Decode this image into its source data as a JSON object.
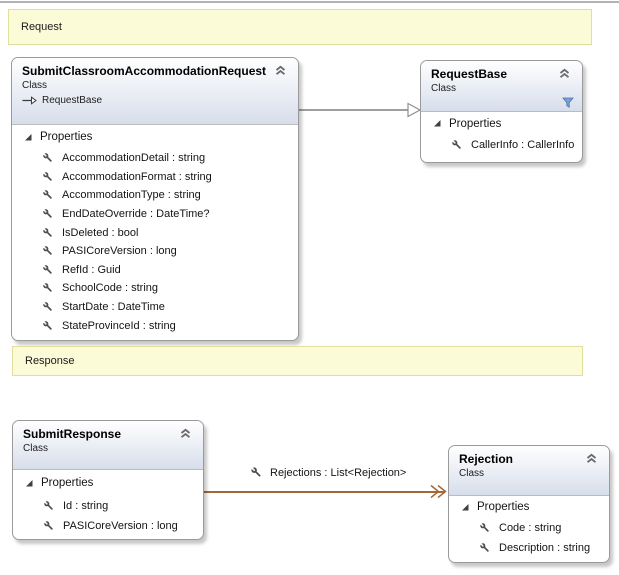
{
  "banners": {
    "request": {
      "label": "Request"
    },
    "response": {
      "label": "Response"
    }
  },
  "classes": {
    "submit_request": {
      "title": "SubmitClassroomAccommodationRequest",
      "kind": "Class",
      "inherits": "RequestBase",
      "section_label": "Properties",
      "properties": [
        "AccommodationDetail : string",
        "AccommodationFormat : string",
        "AccommodationType : string",
        "EndDateOverride : DateTime?",
        "IsDeleted : bool",
        "PASICoreVersion : long",
        "RefId : Guid",
        "SchoolCode : string",
        "StartDate : DateTime",
        "StateProvinceId : string"
      ]
    },
    "request_base": {
      "title": "RequestBase",
      "kind": "Class",
      "section_label": "Properties",
      "properties": [
        "CallerInfo : CallerInfo"
      ]
    },
    "submit_response": {
      "title": "SubmitResponse",
      "kind": "Class",
      "section_label": "Properties",
      "properties": [
        "Id : string",
        "PASICoreVersion : long"
      ]
    },
    "rejection": {
      "title": "Rejection",
      "kind": "Class",
      "section_label": "Properties",
      "properties": [
        "Code : string",
        "Description : string"
      ]
    }
  },
  "connectors": {
    "association": {
      "label": "Rejections : List<Rejection>"
    }
  },
  "icons": {
    "collapse_chevron": "double-up-chevron",
    "expander": "expanded-triangle",
    "property": "wrench",
    "filter": "funnel",
    "inherits": "arrow-open-head"
  },
  "colors": {
    "banner_bg": "#fbfbd7",
    "banner_border": "#e0df9d",
    "header_gradient_bottom": "#d7deeb",
    "box_border": "#9a9a9a",
    "association_line": "#a2683a",
    "inheritance_line": "#9f9f9f",
    "filter_blue": "#7d9fd3"
  }
}
